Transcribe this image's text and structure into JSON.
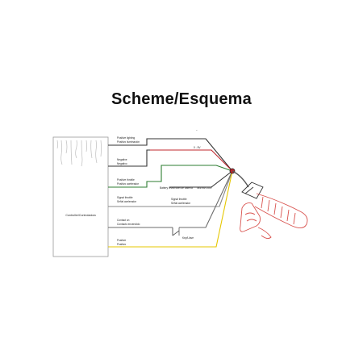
{
  "title": "Scheme/Esquema",
  "controller": {
    "label": "Controller/Controladora"
  },
  "wires": [
    {
      "label_en": "Positive lighting",
      "label_es": "Positivo iluminación",
      "color": "#333333"
    },
    {
      "label_en": "Negative",
      "label_es": "Negativo",
      "color": "#c0272d"
    },
    {
      "label_en": "Positive throttle",
      "label_es": "Positivo acelerador",
      "color": "#2e7d32"
    },
    {
      "label_en": "Signal throttle",
      "label_es": "Señal acelerador",
      "color": "#555555"
    },
    {
      "label_en": "Contact on",
      "label_es": "Contacto encendido",
      "color": "#6b6b6b"
    },
    {
      "label_en": "Positive",
      "label_es": "Positivo",
      "color": "#e6c700"
    }
  ],
  "annotations": {
    "battery_indicator": "Battery level/Nivel de batería",
    "voltage": "48V/36V-60V",
    "signal_throttle_right_en": "Signal throttle",
    "signal_throttle_right_es": "Señal acelerador",
    "key_on": "Key/Llave",
    "minus_sign": "−",
    "voltage_short": "0 - 5V"
  }
}
